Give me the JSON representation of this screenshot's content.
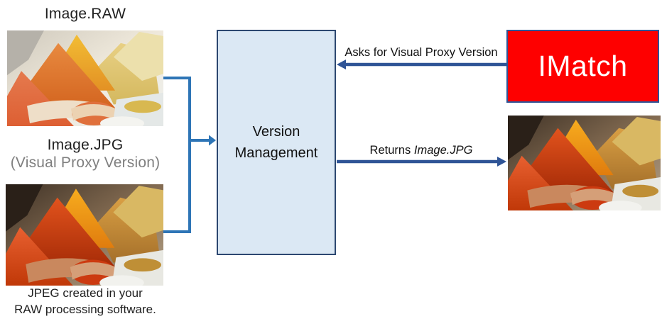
{
  "diagram": {
    "left_column": {
      "raw_title": "Image.RAW",
      "jpg_title": "Image.JPG",
      "jpg_subtitle": "(Visual Proxy Version)",
      "caption_line1": "JPEG created in your",
      "caption_line2": "RAW processing software."
    },
    "version_box": {
      "line1": "Version",
      "line2": "Management"
    },
    "imatch_box": {
      "label": "IMatch"
    },
    "arrows": {
      "asks_label": "Asks for Visual Proxy Version",
      "returns_label_prefix": "Returns",
      "returns_label_filename": "Image.JPG"
    },
    "colors": {
      "imatch_red": "#fe0000",
      "bracket_blue": "#2e75b6",
      "arrow_navy": "#2f5496",
      "version_box_fill": "#dbe8f4",
      "version_box_border": "#2c4770",
      "subtitle_gray": "#7f7f7f"
    }
  }
}
